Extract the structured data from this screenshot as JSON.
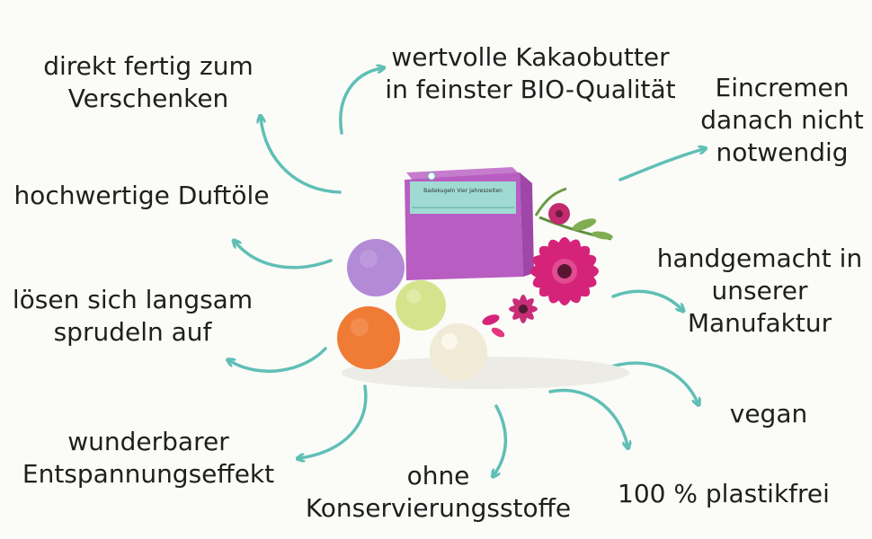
{
  "features": {
    "gift": {
      "line1": "direkt fertig zum",
      "line2": "Verschenken"
    },
    "cocoa": {
      "line1": "wertvolle Kakaobutter",
      "line2": "in feinster BIO-Qualität"
    },
    "cream": {
      "line1": "Eincremen",
      "line2": "danach nicht",
      "line3": "notwendig"
    },
    "oils": {
      "line1": "hochwertige Duftöle"
    },
    "handmade": {
      "line1": "handgemacht in",
      "line2": "unserer",
      "line3": "Manufaktur"
    },
    "fizz": {
      "line1": "lösen sich langsam",
      "line2": "sprudeln auf"
    },
    "vegan": {
      "line1": "vegan"
    },
    "relax": {
      "line1": "wunderbarer",
      "line2": "Entspannungseffekt"
    },
    "preservatives": {
      "line1": "ohne",
      "line2": "Konservierungsstoffe"
    },
    "plastic": {
      "line1": "100 % plastikfrei"
    }
  },
  "product": {
    "box_label": "Badekugeln Vier Jahreszeiten"
  },
  "colors": {
    "arrow": "#5fbfb5",
    "box": "#b85dc1",
    "ball_purple": "#b38ad6",
    "ball_orange": "#ef7b35",
    "ball_green": "#d5e48c",
    "ball_cream": "#f0ead6",
    "flower": "#d6237a"
  }
}
